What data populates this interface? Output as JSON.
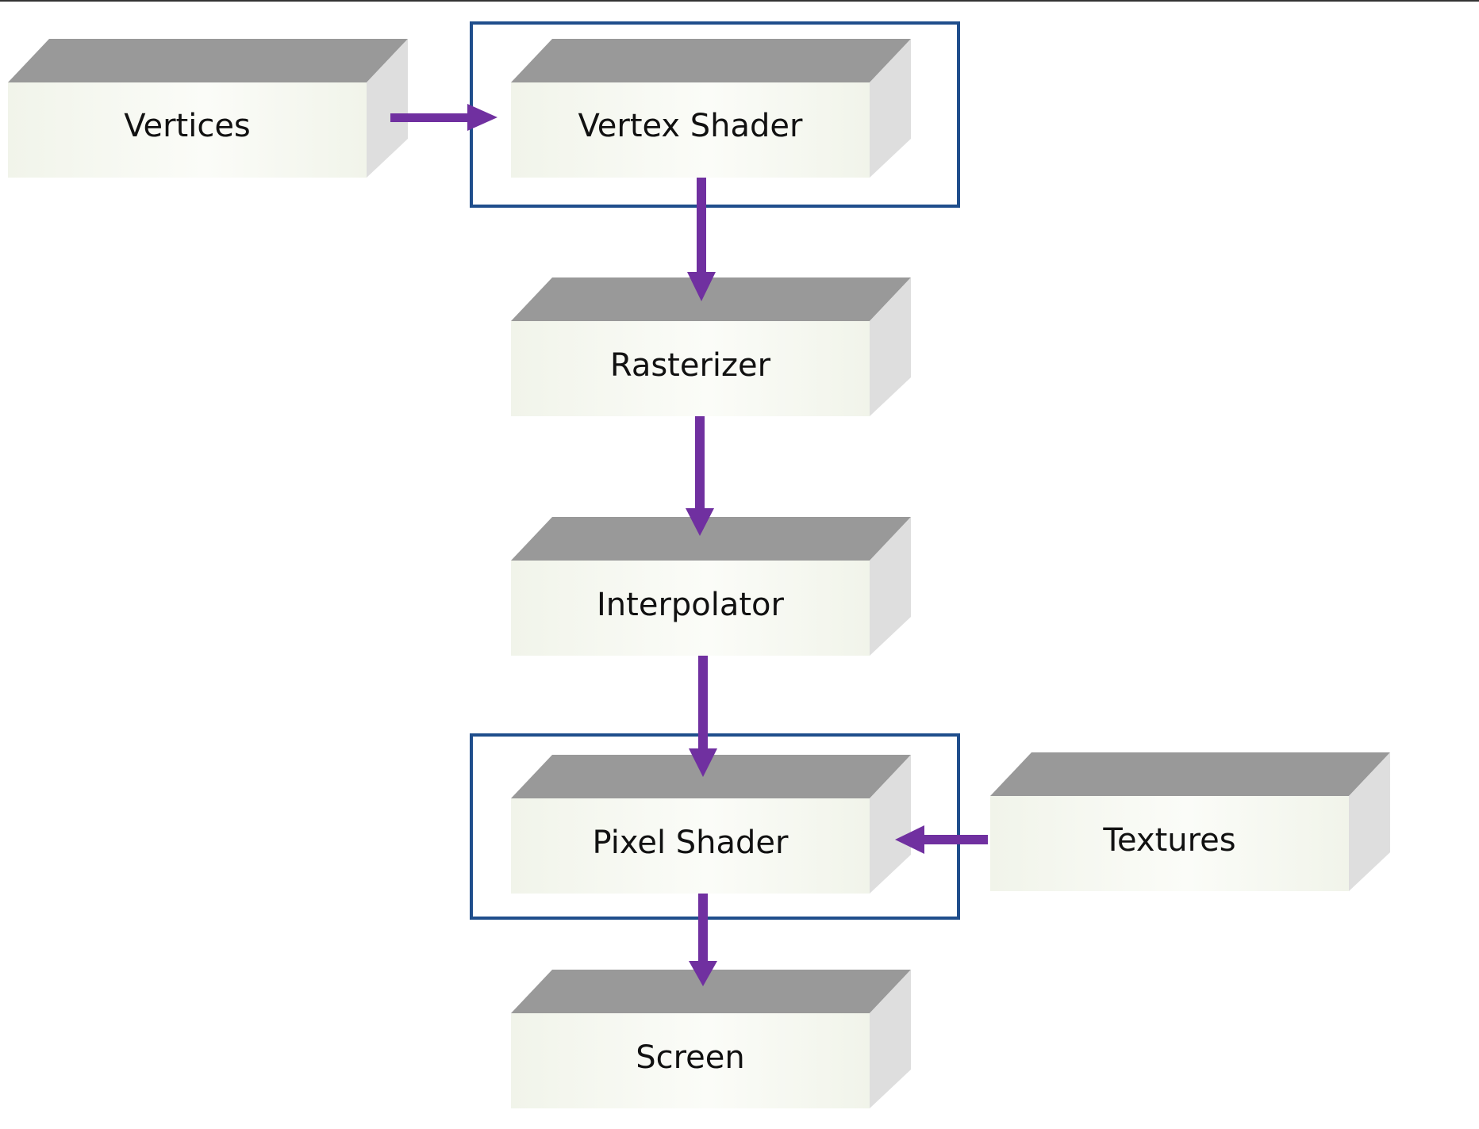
{
  "diagram": {
    "nodes": [
      {
        "id": "vertices",
        "label": "Vertices"
      },
      {
        "id": "vertex-shader",
        "label": "Vertex Shader"
      },
      {
        "id": "rasterizer",
        "label": "Rasterizer"
      },
      {
        "id": "interpolator",
        "label": "Interpolator"
      },
      {
        "id": "pixel-shader",
        "label": "Pixel Shader"
      },
      {
        "id": "textures",
        "label": "Textures"
      },
      {
        "id": "screen",
        "label": "Screen"
      }
    ],
    "edges": [
      {
        "from": "vertices",
        "to": "vertex-shader"
      },
      {
        "from": "vertex-shader",
        "to": "rasterizer"
      },
      {
        "from": "rasterizer",
        "to": "interpolator"
      },
      {
        "from": "interpolator",
        "to": "pixel-shader"
      },
      {
        "from": "textures",
        "to": "pixel-shader"
      },
      {
        "from": "pixel-shader",
        "to": "screen"
      }
    ],
    "highlighted": [
      "vertex-shader",
      "pixel-shader"
    ]
  },
  "colors": {
    "box_front": "#f1f4ea",
    "box_front_light": "#fbfcf8",
    "box_top": "#999999",
    "box_side": "#dedede",
    "arrow": "#7030a0",
    "highlight_border": "#1f4e8c"
  }
}
